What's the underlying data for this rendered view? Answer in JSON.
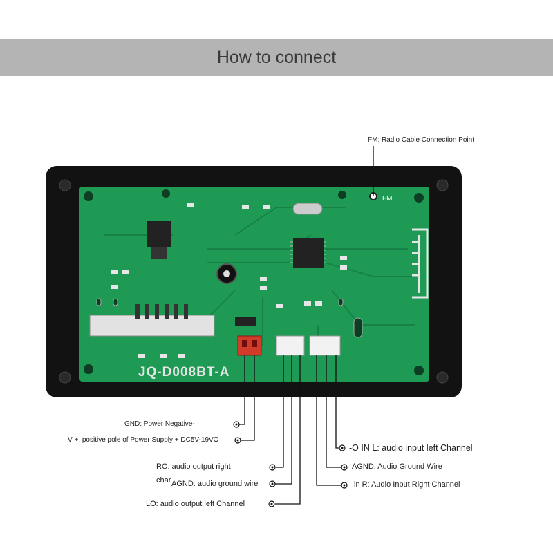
{
  "header": {
    "title": "How to connect"
  },
  "board": {
    "model": "JQ-D008BT-A",
    "fm_mark": "FM"
  },
  "labels": {
    "fm": "FM: Radio Cable Connection Point",
    "gnd": "GND: Power Negative-",
    "vplus": "V +: positive pole of Power Supply + DC5V-19VO",
    "ro": "RO: audio output right",
    "ro_cont": "char",
    "agnd_left": "AGND: audio ground wire",
    "lo": "LO: audio output left Channel",
    "inl": "-O IN L: audio input left Channel",
    "agnd_right": "AGND: Audio Ground Wire",
    "inr": "in R: Audio Input Right Channel"
  },
  "colors": {
    "banner": "#b4b4b4",
    "pcb": "#1f9a55",
    "frame": "#111111",
    "connector_red": "#d23a2a"
  }
}
